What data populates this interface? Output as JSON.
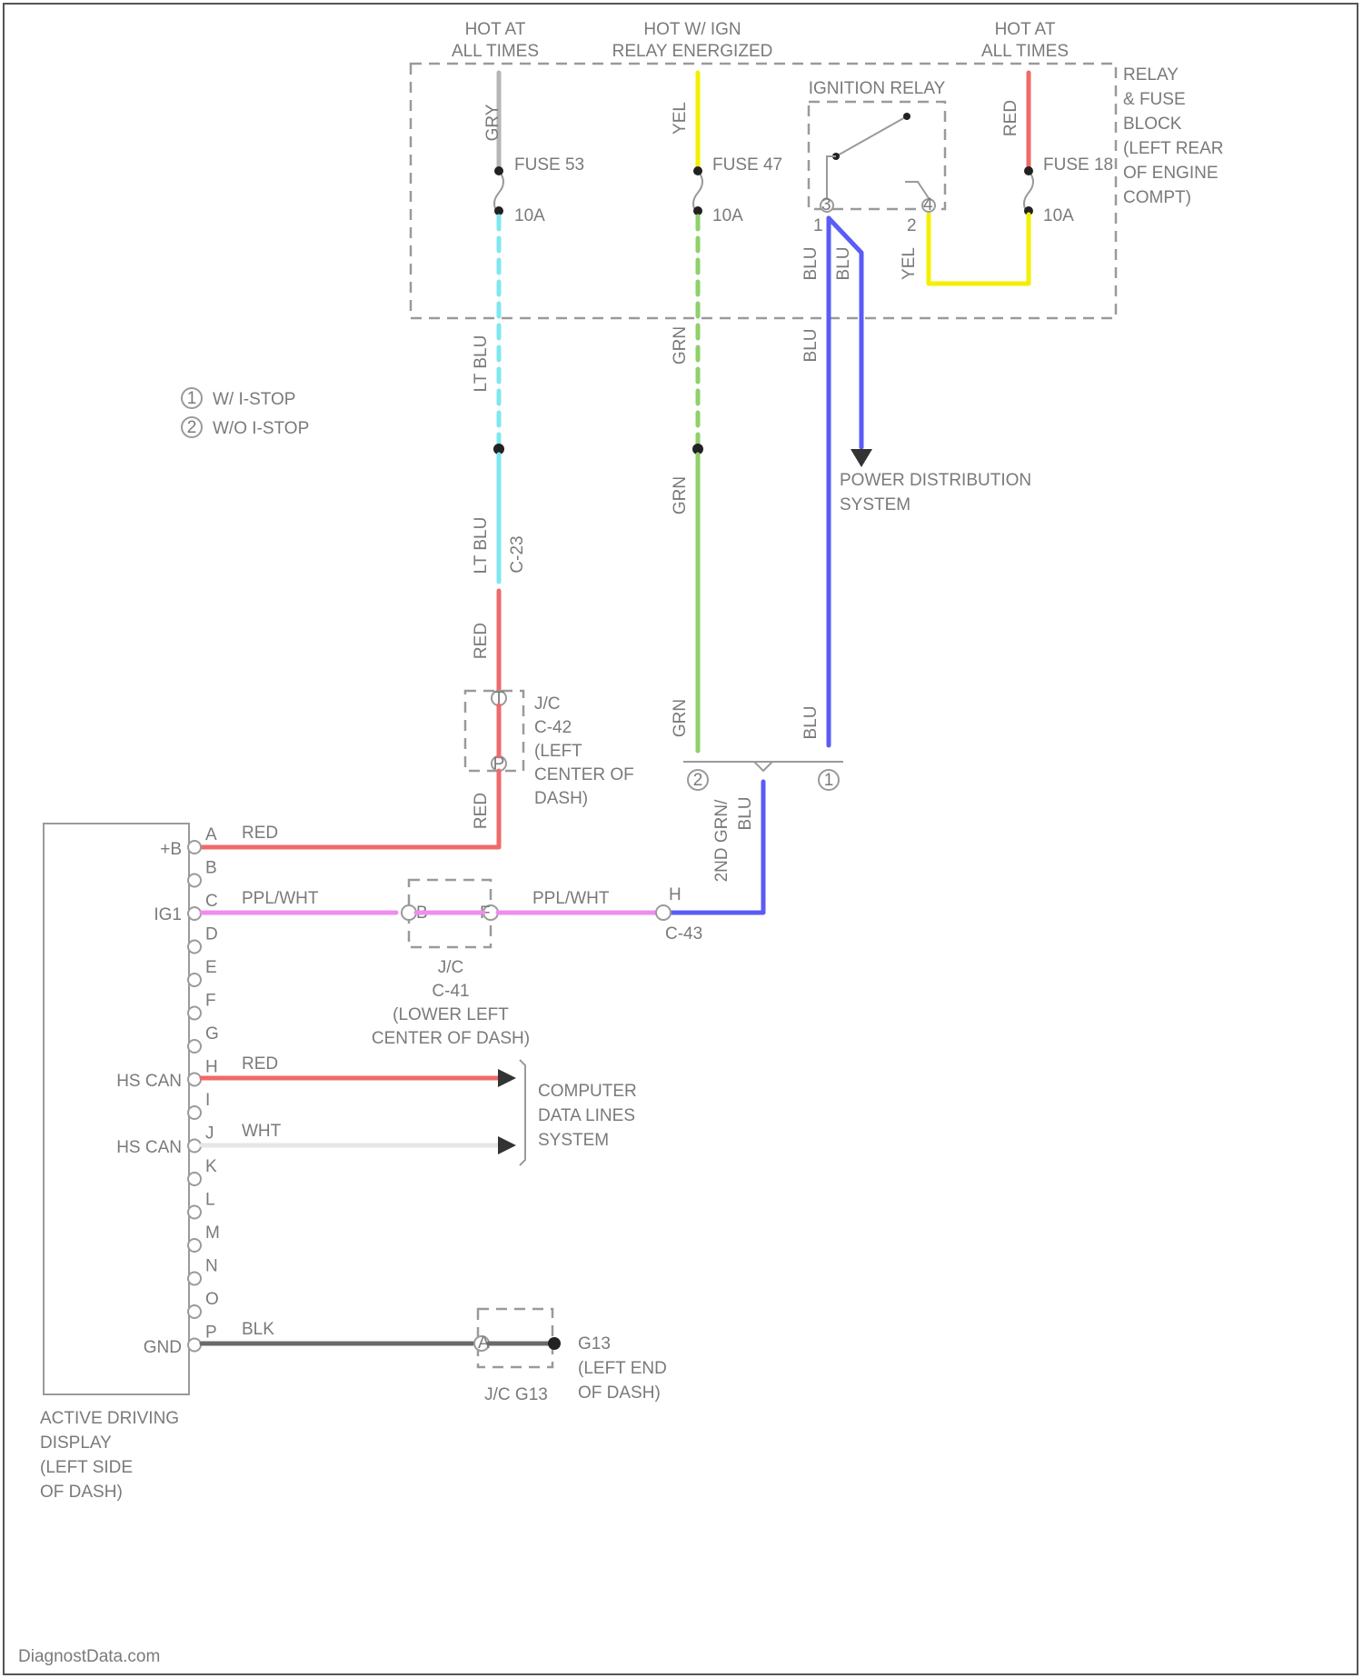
{
  "colors": {
    "gray": "#b5b5b5",
    "light_blue": "#7fe7f0",
    "yellow": "#f2f000",
    "green": "#8fd06a",
    "red": "#ef6a6a",
    "blue": "#5b5bf5",
    "pink": "#ee8cf0",
    "black": "#6a6a6a",
    "white": "#e6e6e6"
  },
  "labels": {
    "hot_left": [
      "HOT AT",
      "ALL TIMES"
    ],
    "hot_mid": [
      "HOT W/ IGN",
      "RELAY ENERGIZED"
    ],
    "hot_right": [
      "HOT AT",
      "ALL TIMES"
    ],
    "relay_block": [
      "RELAY",
      "& FUSE",
      "BLOCK",
      "(LEFT REAR",
      "OF ENGINE",
      "COMPT)"
    ],
    "ignition_relay": "IGNITION RELAY",
    "fuse_left": "FUSE 53",
    "fuse_mid": "FUSE 47",
    "fuse_right": "FUSE 18",
    "amp_left": "10A",
    "amp_mid": "10A",
    "amp_right": "10A",
    "wire_gry": "GRY",
    "wire_yel": "YEL",
    "wire_red_top": "RED",
    "wire_blu_a": "BLU",
    "wire_blu_b": "BLU",
    "wire_yel_b": "YEL",
    "wire_ltblu": "LT BLU",
    "wire_grn": "GRN",
    "wire_blu_c": "BLU",
    "wire_ltblu_b": "LT BLU",
    "conn_c23": "C-23",
    "wire_grn_b": "GRN",
    "wire_red_mid": "RED",
    "wire_grn_c": "GRN",
    "wire_blu_d": "BLU",
    "wire_red_low": "RED",
    "wire_grnblu": "2ND GRN/",
    "wire_blu_e": "BLU",
    "legend_1": "W/ I-STOP",
    "legend_2": "W/O I-STOP",
    "legend_num_1": "1",
    "legend_num_2": "2",
    "power_dist": [
      "POWER DISTRIBUTION",
      "SYSTEM"
    ],
    "jc_c42": [
      "J/C",
      "C-42",
      "(LEFT",
      "CENTER OF",
      "DASH)"
    ],
    "jc_c42_pin_t": "T",
    "jc_c42_pin_p": "P",
    "conn_c1_num": "1",
    "conn_c2_num": "2",
    "pin_A": "A",
    "pin_B": "B",
    "pin_C": "C",
    "pin_D": "D",
    "pin_E": "E",
    "pin_F": "F",
    "pin_G": "G",
    "pin_H": "H",
    "pin_I": "I",
    "pin_J": "J",
    "pin_K": "K",
    "pin_L": "L",
    "pin_M": "M",
    "pin_N": "N",
    "pin_O": "O",
    "pin_P": "P",
    "term_b": "+B",
    "term_ig1": "IG1",
    "term_hs_can_h": "HS CAN",
    "term_hs_can_l": "HS CAN",
    "term_gnd": "GND",
    "wire_red_b": "RED",
    "wire_ppl1": "PPL/WHT",
    "wire_ppl2": "PPL/WHT",
    "wire_red_can": "RED",
    "wire_wht": "WHT",
    "wire_blk": "BLK",
    "jc_c41": [
      "J/C",
      "C-41",
      "(LOWER LEFT",
      "CENTER OF DASH)"
    ],
    "c41_pin_b": "B",
    "c41_pin_f": "F",
    "c43_pin": "H",
    "c43": "C-43",
    "computer_data": [
      "COMPUTER",
      "DATA LINES",
      "SYSTEM"
    ],
    "g13": [
      "G13",
      "(LEFT END",
      "OF DASH)"
    ],
    "jc_g13": "J/C G13",
    "gnd_pin": "A",
    "module": [
      "ACTIVE DRIVING",
      "DISPLAY",
      "(LEFT SIDE",
      "OF DASH)"
    ],
    "relay_pin_1": "1",
    "relay_pin_2": "2",
    "relay_pin_3": "3",
    "relay_pin_4": "4"
  },
  "footer": "DiagnostData.com"
}
